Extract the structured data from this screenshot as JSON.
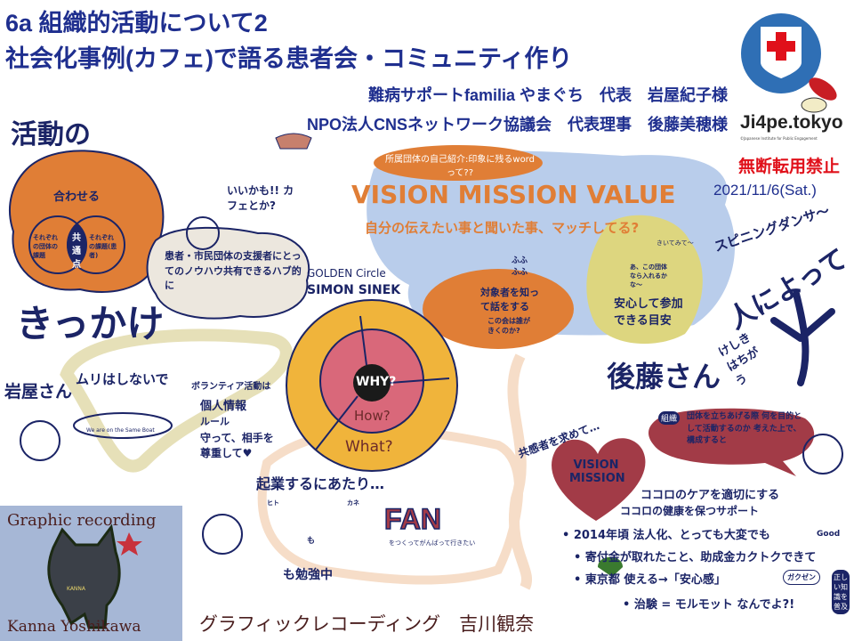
{
  "header": {
    "title_line1": "6a 組織的活動について2",
    "title_line2": "社会化事例(カフェ)で語る患者会・コミュニティ作り",
    "speaker1": "難病サポートfamilia やまぐち　代表　岩屋紀子様",
    "speaker2": "NPO法人CNSネットワーク協議会　代表理事　後藤美穂様"
  },
  "logo": {
    "name": "Ji4pe.tokyo",
    "subtitle": "©Japanese Institute for Public Engagement",
    "warning": "無断転用禁止",
    "date": "2021/11/6(Sat.)"
  },
  "colors": {
    "navy": "#1b2466",
    "orange": "#e07e36",
    "blue": "#b9cdeb",
    "yellow": "#ddd67f",
    "maroon": "#a23b47",
    "warning": "#e0101a"
  },
  "left": {
    "activity_heading": "活動の",
    "align": "合わせる",
    "venn_left": "それぞれの団体の課題",
    "venn_center": "共通点",
    "venn_right": "それぞれの課題(患者)",
    "trigger": "きっかけ",
    "idea": "いいかも!! カフェとか?",
    "hub": "患者・市民団体の支援者にとってのノウハウ共有できるハブ的に"
  },
  "center": {
    "intro_pill": "所属団体の自己紹介:印象に残るwordって??",
    "vmv": "VISION MISSION VALUE",
    "match": "自分の伝えたい事と聞いた事、マッチしてる?",
    "fufu": "ふふふふ",
    "golden": "GOLDEN Circle",
    "sinek": "SIMON SINEK",
    "why": "WHY?",
    "how": "How?",
    "what": "What?",
    "target": "対象者を知って話をする",
    "target_bubble": "この会は誰がきくのか?",
    "listen": "きいてみて〜",
    "join_bubble": "あ、この団体なら入れるかな〜",
    "safe": "安心して参加できる目安"
  },
  "right": {
    "spinning": "スピニングダンサ〜",
    "people": "人によって",
    "different": "けしきはちがう",
    "goto": "後藤さん",
    "together": "共感者を求めて…",
    "heart": "VISION MISSION",
    "org_tag": "組織",
    "org_bubble": "団体を立ちあげる際 何を目的として活動するのか 考えた上で、構成すると",
    "care1": "ココロのケアを適切にする",
    "care2": "ココロの健康を保つサポート",
    "bullets": [
      "2014年頃 法人化、とっても大変でも",
      "寄付金が取れたこと、助成金カクトクできて",
      "東京都 使える→「安心感」",
      "治験 = モルモット なんでよ?!"
    ],
    "good": "Good",
    "gakuzen": "ガクゼン",
    "knowledge": "正しい知識を普及"
  },
  "iwaya": {
    "name": "岩屋さん",
    "no_force": "ムリはしないで",
    "boat": "We are on the Same Boat",
    "volunteer": "ボランティア活動は",
    "privacy": "個人情報",
    "rule": "ルール",
    "respect": "守って、相手を尊重して♥"
  },
  "startup": {
    "heading": "起業するにあたり…",
    "people": "ヒト",
    "money": "カネ",
    "also": "も",
    "studying": "も勉強中",
    "fan": "FAN",
    "fan_sub": "をつくってがんばって行きたい"
  },
  "credit": {
    "box_top": "Graphic recording",
    "box_bottom": "Kanna Yoshikawa",
    "cat_shirt": "KANNA",
    "caption": "グラフィックレコーディング　吉川観奈"
  }
}
